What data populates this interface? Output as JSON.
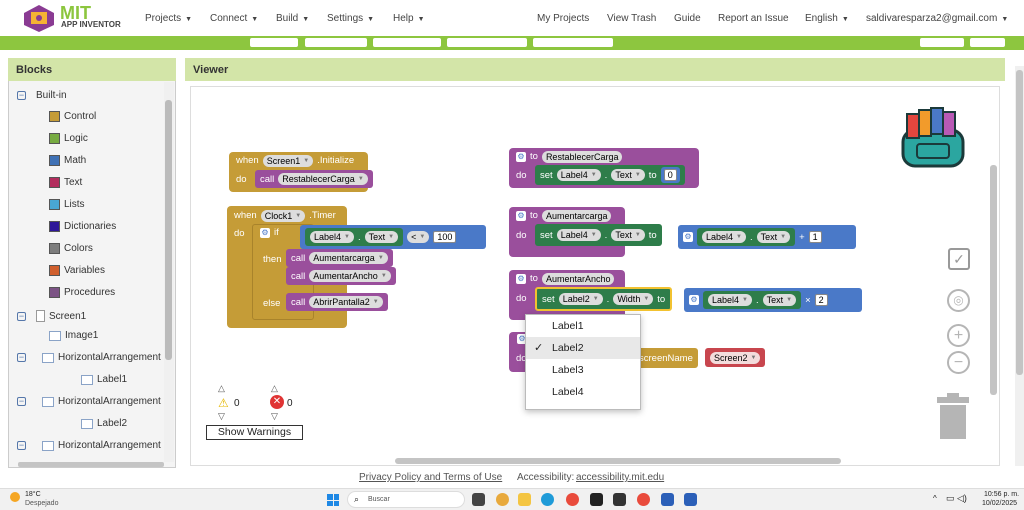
{
  "topbar": {
    "brand": "MIT",
    "brand_sub": "APP INVENTOR",
    "menus": [
      "Projects",
      "Connect",
      "Build",
      "Settings",
      "Help"
    ],
    "right_links": [
      "My Projects",
      "View Trash",
      "Guide",
      "Report an Issue"
    ],
    "language": "English",
    "account": "saldivaresparza2@gmail.com"
  },
  "blocks_panel": {
    "title": "Blocks",
    "builtin_label": "Built-in",
    "builtin_items": [
      {
        "label": "Control",
        "color": "#c59c37"
      },
      {
        "label": "Logic",
        "color": "#77ab41"
      },
      {
        "label": "Math",
        "color": "#3f71b5"
      },
      {
        "label": "Text",
        "color": "#b32d5e"
      },
      {
        "label": "Lists",
        "color": "#49a6d4"
      },
      {
        "label": "Dictionaries",
        "color": "#2d1799"
      },
      {
        "label": "Colors",
        "color": "#7d7d7d"
      },
      {
        "label": "Variables",
        "color": "#d05f2d"
      },
      {
        "label": "Procedures",
        "color": "#7c5385"
      }
    ],
    "screen_label": "Screen1",
    "components": [
      {
        "label": "Image1",
        "level": 2,
        "kind": "image"
      },
      {
        "label": "HorizontalArrangement",
        "level": 2,
        "kind": "arrangement"
      },
      {
        "label": "Label1",
        "level": 3,
        "kind": "label"
      },
      {
        "label": "HorizontalArrangement",
        "level": 2,
        "kind": "arrangement"
      },
      {
        "label": "Label2",
        "level": 3,
        "kind": "label"
      },
      {
        "label": "HorizontalArrangement",
        "level": 2,
        "kind": "arrangement"
      }
    ]
  },
  "viewer": {
    "title": "Viewer",
    "warnings_count": "0",
    "errors_count": "0",
    "show_warnings_label": "Show Warnings"
  },
  "blocks": {
    "init": {
      "when": "when",
      "component": "Screen1",
      "event": ".Initialize",
      "do": "do",
      "call": "call",
      "proc": "RestablecerCarga"
    },
    "timer": {
      "when": "when",
      "component": "Clock1",
      "event": ".Timer",
      "do": "do",
      "if": "if",
      "label": "Label4",
      "prop": "Text",
      "op": "<",
      "num": "100",
      "then": "then",
      "call1": "Aumentarcarga",
      "call2": "AumentarAncho",
      "else": "else",
      "call3": "AbrirPantalla2",
      "call": "call"
    },
    "proc1": {
      "to": "to",
      "name": "RestablecerCarga",
      "do": "do",
      "set": "set",
      "label": "Label4",
      "prop": "Text",
      "to2": "to",
      "num": "0"
    },
    "proc2": {
      "to": "to",
      "name": "Aumentarcarga",
      "do": "do",
      "set": "set",
      "label": "Label4",
      "prop": "Text",
      "to2": "to",
      "label_b": "Label4",
      "prop_b": "Text",
      "op": "+",
      "num": "1"
    },
    "proc3": {
      "to": "to",
      "name": "AumentarAncho",
      "do": "do",
      "set": "set",
      "label": "Label2",
      "prop": "Width",
      "to2": "to",
      "label_b": "Label4",
      "prop_b": "Text",
      "op": "×",
      "num": "2"
    },
    "proc4": {
      "do": "do",
      "screen_name": "screenName",
      "screen2": "Screen2"
    }
  },
  "dropdown": {
    "items": [
      "Label1",
      "Label2",
      "Label3",
      "Label4"
    ],
    "selected": "Label2",
    "check": "✓"
  },
  "footer": {
    "privacy": "Privacy Policy and Terms of Use",
    "accessibility_label": "Accessibility:",
    "accessibility_link": "accessibility.mit.edu"
  },
  "taskbar": {
    "weather_temp": "18°C",
    "weather_desc": "Despejado",
    "search_placeholder": "Buscar",
    "time": "10:56 p. m.",
    "date": "10/02/2025"
  }
}
